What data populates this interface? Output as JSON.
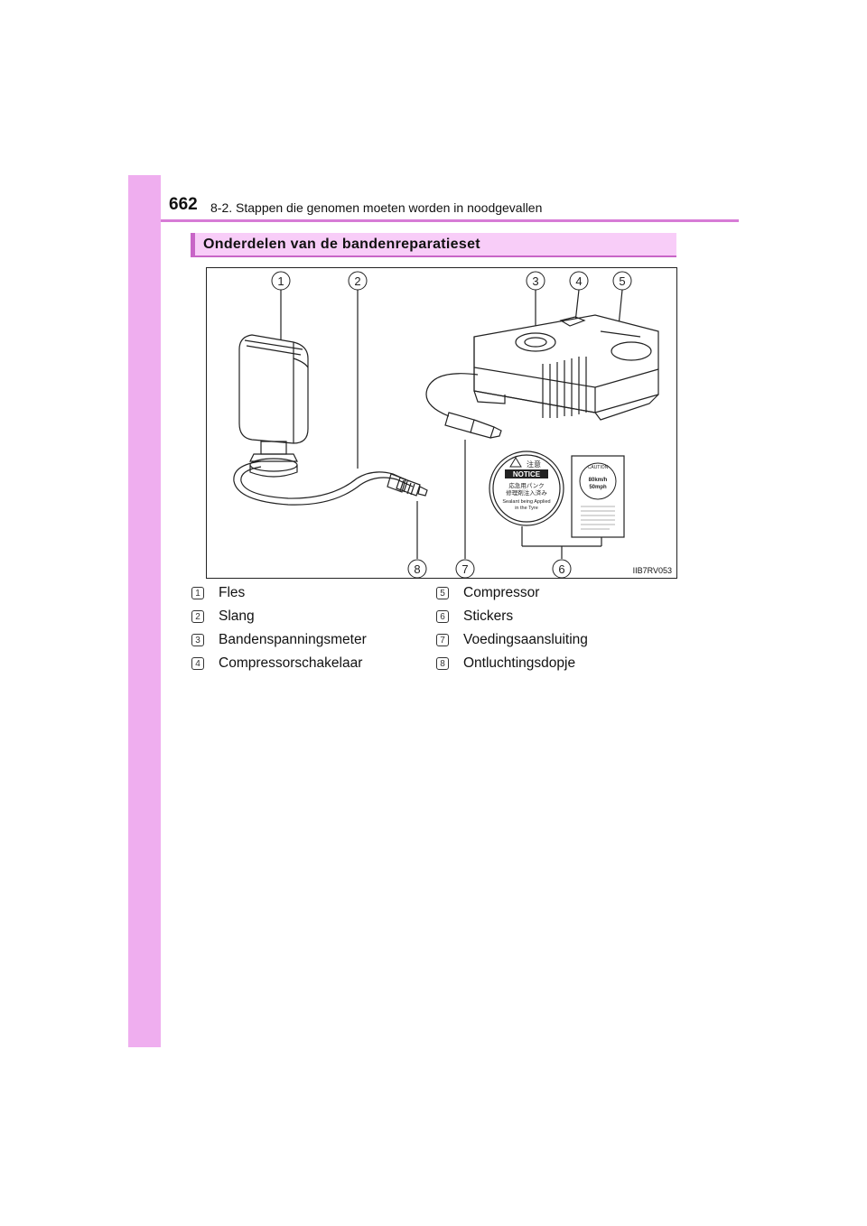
{
  "header": {
    "page_number": "662",
    "chapter_title": "8-2. Stappen die genomen moeten worden in noodgevallen"
  },
  "section": {
    "title": "Onderdelen van de bandenreparatieset"
  },
  "figure": {
    "code": "IIB7RV053",
    "callouts": [
      "1",
      "2",
      "3",
      "4",
      "5",
      "6",
      "7",
      "8"
    ],
    "notice_sticker": {
      "jp_title": "注意",
      "title": "NOTICE",
      "jp_line1": "応急用パンク",
      "jp_line2": "修理剤注入済み",
      "en_line1": "Sealant being Applied",
      "en_line2": "in the Tyre"
    },
    "speed_sticker": {
      "header": "CAUTION",
      "speed_kmh": "80km/h",
      "speed_mph": "50mph"
    }
  },
  "legend": {
    "left": [
      {
        "num": "1",
        "label": "Fles"
      },
      {
        "num": "2",
        "label": "Slang"
      },
      {
        "num": "3",
        "label": "Bandenspanningsmeter"
      },
      {
        "num": "4",
        "label": "Compressorschakelaar"
      }
    ],
    "right": [
      {
        "num": "5",
        "label": "Compressor"
      },
      {
        "num": "6",
        "label": "Stickers"
      },
      {
        "num": "7",
        "label": "Voedingsaansluiting"
      },
      {
        "num": "8",
        "label": "Ontluchtingsdopje"
      }
    ]
  },
  "colors": {
    "side_band": "#efaeef",
    "header_rule": "#d77bd6",
    "section_bg": "#f8cdf8",
    "section_accent": "#c865c7"
  }
}
